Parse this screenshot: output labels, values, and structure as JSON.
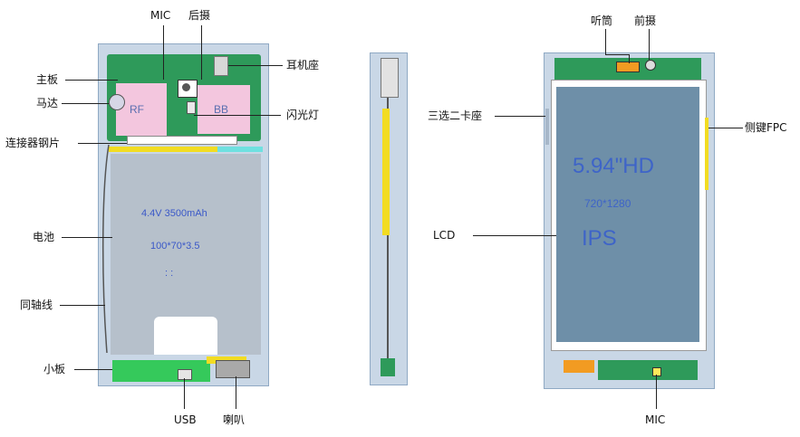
{
  "labels": {
    "mic_top": "MIC",
    "rear_cam": "后摄",
    "headphone": "耳机座",
    "mainboard": "主板",
    "motor": "马达",
    "flash": "闪光灯",
    "connector_plate": "连接器钢片",
    "battery": "电池",
    "coax": "同轴线",
    "small_board": "小板",
    "usb": "USB",
    "speaker": "喇叭",
    "earpiece": "听筒",
    "front_cam": "前摄",
    "sim_tray": "三选二卡座",
    "side_key_fpc": "侧键FPC",
    "lcd": "LCD",
    "mic_bottom": "MIC"
  },
  "components": {
    "rf": "RF",
    "bb": "BB",
    "battery_spec": "4.4V  3500mAh",
    "battery_size": "100*70*3.5",
    "battery_dots": ":  :",
    "lcd_size": "5.94\"HD",
    "lcd_res": "720*1280",
    "lcd_type": "IPS"
  },
  "colors": {
    "frame": "#c9d7e6",
    "frame_border": "#8fa9c4",
    "board_green": "#2e9a5a",
    "battery_gray": "#b6c0cb",
    "battery_text": "#3a58c8",
    "lcd_blue": "#6e8fa8",
    "lcd_text": "#3e64c8",
    "pink": "#f3c6de",
    "yellow": "#f2dc22",
    "orange": "#f29b22",
    "cyan": "#6fe0e0"
  }
}
